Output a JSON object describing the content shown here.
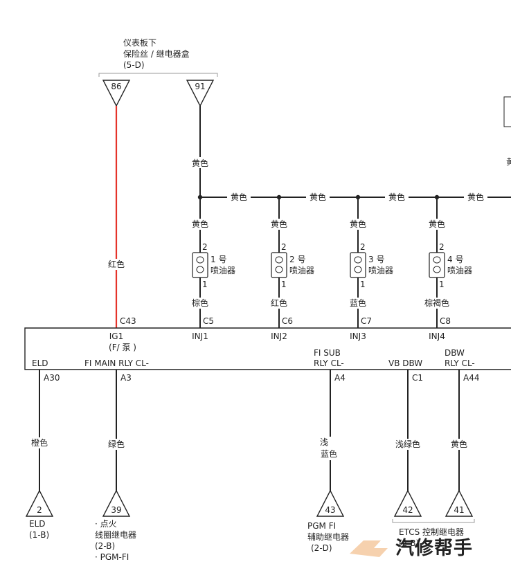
{
  "fuse_box": {
    "line1": "仪表板下",
    "line2": "保险丝 / 继电器盒",
    "line3": "(5-D)",
    "terminals": [
      "86",
      "91"
    ]
  },
  "wire_colors": {
    "red": "红色",
    "yellow_top": "黄色",
    "bus": [
      "黄色",
      "黄色",
      "黄色",
      "黄色"
    ],
    "right_cut": "黄"
  },
  "injectors": [
    {
      "top_color": "黄色",
      "pin_top": "2",
      "number": "1 号",
      "name": "喷油器",
      "pin_bottom": "1",
      "bottom_color": "棕色",
      "connector": "C5",
      "ecm_pin": "INJ1"
    },
    {
      "top_color": "黄色",
      "pin_top": "2",
      "number": "2 号",
      "name": "喷油器",
      "pin_bottom": "1",
      "bottom_color": "红色",
      "connector": "C6",
      "ecm_pin": "INJ2"
    },
    {
      "top_color": "黄色",
      "pin_top": "2",
      "number": "3 号",
      "name": "喷油器",
      "pin_bottom": "1",
      "bottom_color": "蓝色",
      "connector": "C7",
      "ecm_pin": "INJ3"
    },
    {
      "top_color": "黄色",
      "pin_top": "2",
      "number": "4 号",
      "name": "喷油器",
      "pin_bottom": "1",
      "bottom_color": "棕褐色",
      "connector": "C8",
      "ecm_pin": "INJ4"
    }
  ],
  "ecm_top": {
    "ig1_connector": "C43",
    "ig1_label": "IG1",
    "ig1_sub": "(F/ 泵 )"
  },
  "bottom_pins": [
    {
      "label_lines": [
        "ELD"
      ],
      "pin": "A30",
      "color_lines": [
        "橙色"
      ],
      "terminal": "2",
      "dest_lines": [
        "ELD",
        "(1-B)"
      ]
    },
    {
      "label_lines": [
        "FI MAIN RLY CL-"
      ],
      "pin": "A3",
      "color_lines": [
        "绿色"
      ],
      "terminal": "39",
      "dest_lines": [
        "· 点火",
        "线圈继电器",
        "(2-B)",
        "· PGM-FI"
      ]
    },
    {
      "label_lines": [
        "FI SUB",
        "RLY CL-"
      ],
      "pin": "A4",
      "color_lines": [
        "浅",
        "蓝色"
      ],
      "terminal": "43",
      "dest_lines": [
        "PGM FI",
        "辅助继电器",
        "(2-D)"
      ]
    },
    {
      "label_lines": [
        "VB DBW"
      ],
      "pin": "C1",
      "color_lines": [
        "浅绿色"
      ],
      "terminal": "42",
      "dest_lines": []
    },
    {
      "label_lines": [
        "DBW",
        "RLY CL-"
      ],
      "pin": "A44",
      "color_lines": [
        "黄色"
      ],
      "terminal": "41",
      "dest_lines": []
    }
  ],
  "etcs": {
    "line1": "ETCS 控制继电器",
    "line2": "(2-B)"
  },
  "watermark": "汽修帮手"
}
